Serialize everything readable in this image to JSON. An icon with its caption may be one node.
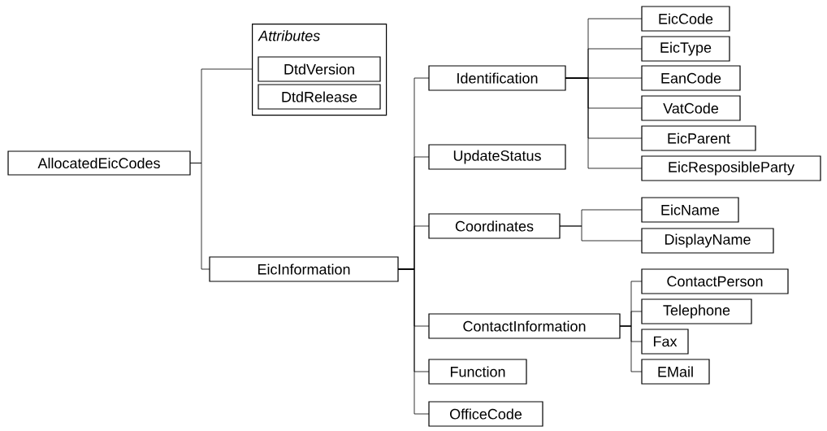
{
  "diagram": {
    "nodes": [
      {
        "text": [
          "AllocatedEicCodes"
        ]
      },
      {
        "text": [
          "Attributes"
        ]
      },
      {
        "text": [
          "DtdVersion"
        ],
        "in": 1
      },
      {
        "text": [
          "DtdRelease"
        ],
        "in": 1
      },
      {
        "text": [
          "EicInformation"
        ]
      },
      {
        "text": [
          "Identification"
        ]
      },
      {
        "text": [
          "UpdateStatus"
        ]
      },
      {
        "text": [
          "Coordinates"
        ]
      },
      {
        "text": [
          "ContactInformation"
        ]
      },
      {
        "text": [
          "Function"
        ]
      },
      {
        "text": [
          "OfficeCode"
        ]
      },
      {
        "text": [
          "EicCode"
        ]
      },
      {
        "text": [
          "EicType"
        ]
      },
      {
        "text": [
          "EanCode"
        ]
      },
      {
        "text": [
          "VatCode"
        ]
      },
      {
        "text": [
          "EicParent"
        ]
      },
      {
        "text": [
          "EicResposibleParty"
        ]
      },
      {
        "text": [
          "EicName"
        ]
      },
      {
        "text": [
          "DisplayName"
        ]
      },
      {
        "text": [
          "ContactPerson"
        ]
      },
      {
        "text": [
          "Telephone"
        ]
      },
      {
        "text": [
          "Fax"
        ]
      },
      {
        "text": [
          "EMail"
        ]
      }
    ],
    "edges": [
      {
        "from": 0,
        "to": 1,
        "arrow": "none"
      },
      {
        "from": 0,
        "to": 4,
        "arrow": "none"
      },
      {
        "from": 4,
        "to": 5,
        "arrow": "none"
      },
      {
        "from": 4,
        "to": 6,
        "arrow": "none"
      },
      {
        "from": 4,
        "to": 7,
        "arrow": "none"
      },
      {
        "from": 4,
        "to": 8,
        "arrow": "none"
      },
      {
        "from": 4,
        "to": 9,
        "arrow": "none"
      },
      {
        "from": 4,
        "to": 10,
        "arrow": "none"
      },
      {
        "from": 5,
        "to": 11,
        "arrow": "none"
      },
      {
        "from": 5,
        "to": 12,
        "arrow": "none"
      },
      {
        "from": 5,
        "to": 13,
        "arrow": "none"
      },
      {
        "from": 5,
        "to": 14,
        "arrow": "none"
      },
      {
        "from": 5,
        "to": 15,
        "arrow": "none"
      },
      {
        "from": 5,
        "to": 16,
        "arrow": "none"
      },
      {
        "from": 7,
        "to": 17,
        "arrow": "none"
      },
      {
        "from": 7,
        "to": 18,
        "arrow": "none"
      },
      {
        "from": 8,
        "to": 19,
        "arrow": "none"
      },
      {
        "from": 8,
        "to": 20,
        "arrow": "none"
      },
      {
        "from": 8,
        "to": 21,
        "arrow": "none"
      },
      {
        "from": 8,
        "to": 22,
        "arrow": "none"
      }
    ]
  }
}
